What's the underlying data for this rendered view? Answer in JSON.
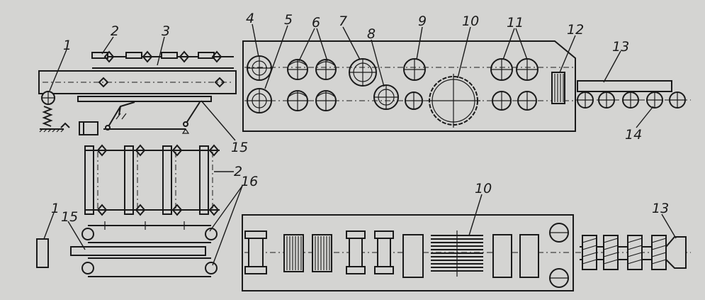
{
  "diagram": {
    "callouts": {
      "c1_top": "1",
      "c2_top": "2",
      "c3": "3",
      "c4": "4",
      "c5": "5",
      "c6": "6",
      "c7": "7",
      "c8": "8",
      "c9": "9",
      "c10_top": "10",
      "c11": "11",
      "c12": "12",
      "c13_top": "13",
      "c14": "14",
      "c15_mid": "15",
      "c2_mid": "2",
      "c16": "16",
      "c1_bot": "1",
      "c15_bot": "15",
      "c10_bot": "10",
      "c13_bot": "13"
    }
  }
}
